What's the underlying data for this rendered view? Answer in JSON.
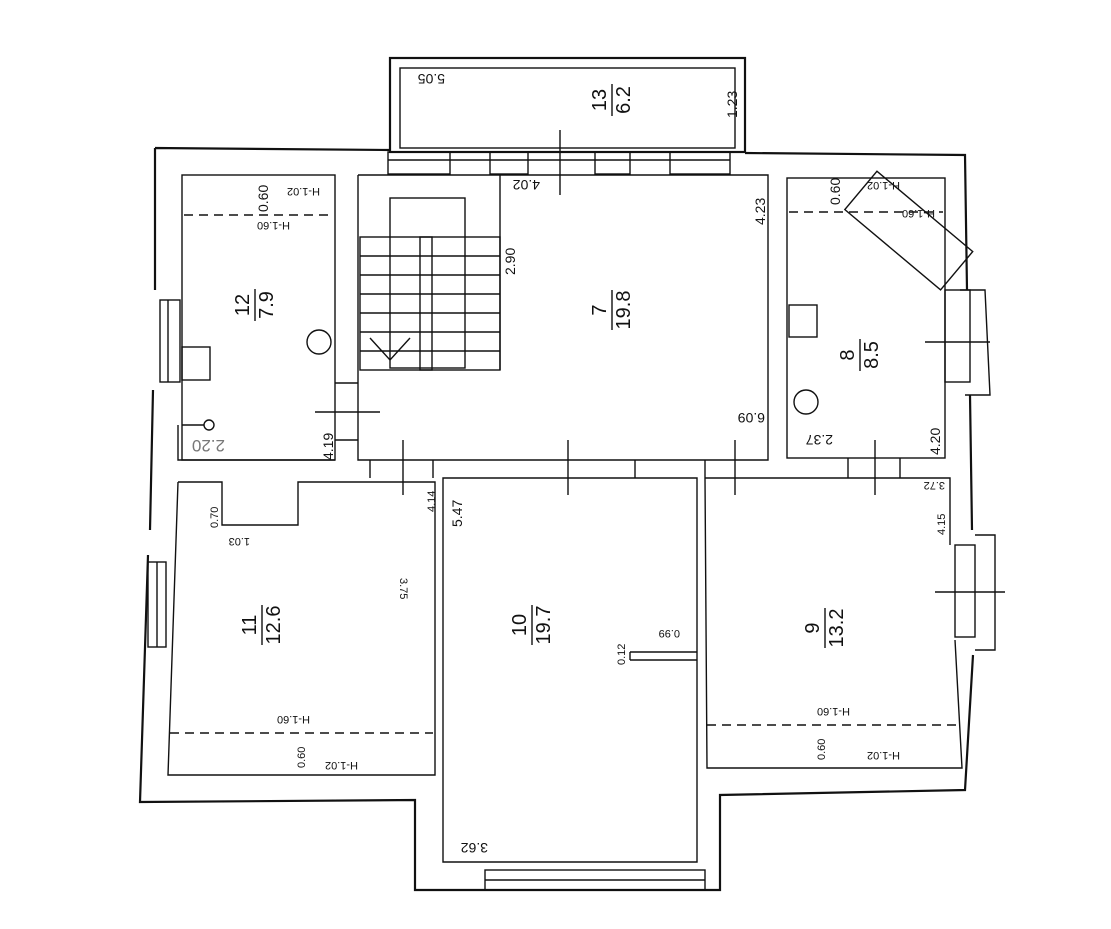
{
  "rooms": {
    "r13": {
      "number": "13",
      "area": "6.2"
    },
    "r7": {
      "number": "7",
      "area": "19.8"
    },
    "r12": {
      "number": "12",
      "area": "7.9"
    },
    "r8": {
      "number": "8",
      "area": "8.5"
    },
    "r11": {
      "number": "11",
      "area": "12.6"
    },
    "r10": {
      "number": "10",
      "area": "19.7"
    },
    "r9": {
      "number": "9",
      "area": "13.2"
    }
  },
  "dims": {
    "balcony_w": "5.05",
    "balcony_h": "1.23",
    "r7_w": "4.02",
    "r7_h": "4.23",
    "stair": "2.90",
    "r7_w2": "6.09",
    "r12_h1": "H-1.02",
    "r12_off": "0.60",
    "r12_h2": "H-1.60",
    "r12_len": "4.19",
    "r12_w": "2.20",
    "r8_h1": "H-1.02",
    "r8_off": "0.60",
    "r8_h2": "H-1.60",
    "r8_w": "2.37",
    "r8_len": "4.20",
    "r11_a": "0.70",
    "r11_b": "1.03",
    "r11_c": "4.14",
    "r11_d": "3.75",
    "r11_h2": "H-1.60",
    "r11_off": "0.60",
    "r11_h1": "H-1.02",
    "r10_a": "5.47",
    "r10_b": "0.12",
    "r10_c": "0.99",
    "r10_w": "3.62",
    "r9_a": "4.15",
    "r9_b": "3.72",
    "r9_h2": "H-1.60",
    "r9_off": "0.60",
    "r9_h1": "H-1.02"
  }
}
